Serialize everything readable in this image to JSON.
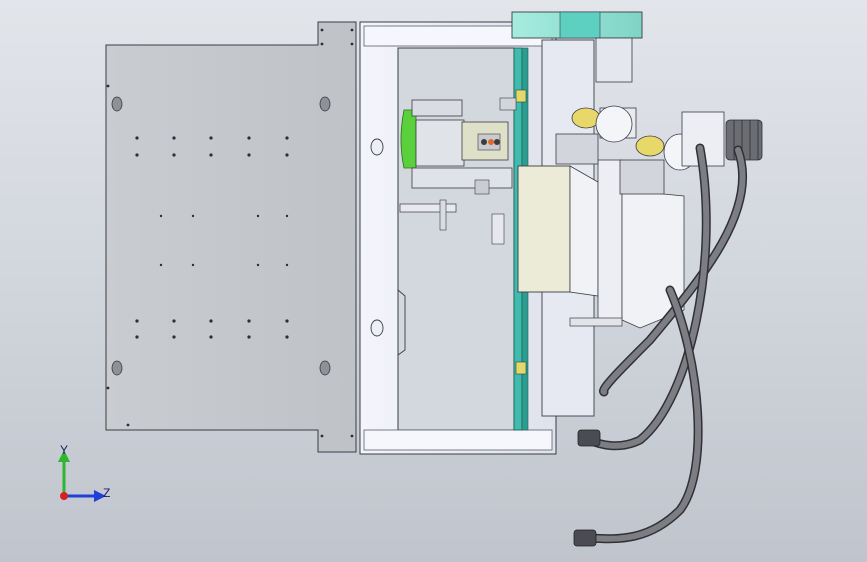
{
  "view": {
    "background_top": "#e2e5ea",
    "background_bottom": "#c0c5cd"
  },
  "triad": {
    "x_axis_label": "Z",
    "y_axis_label": "Y",
    "x_axis_color": "#1f3fd8",
    "y_axis_color": "#2fb52f",
    "origin_color": "#d42020"
  },
  "parts": [
    {
      "name": "base-plate",
      "color": "#c4c7cb"
    },
    {
      "name": "main-frame",
      "color": "#eef0f6"
    },
    {
      "name": "linear-rail",
      "color": "#3cb6a8"
    },
    {
      "name": "carriage-block",
      "color": "#ecebd6"
    },
    {
      "name": "gripper-assembly",
      "color": "#cfd2d8"
    },
    {
      "name": "motor-housing",
      "color": "#9fe3d8"
    },
    {
      "name": "cable-spool",
      "color": "#e8d86a"
    },
    {
      "name": "flex-cable",
      "color": "#6e7074"
    }
  ]
}
